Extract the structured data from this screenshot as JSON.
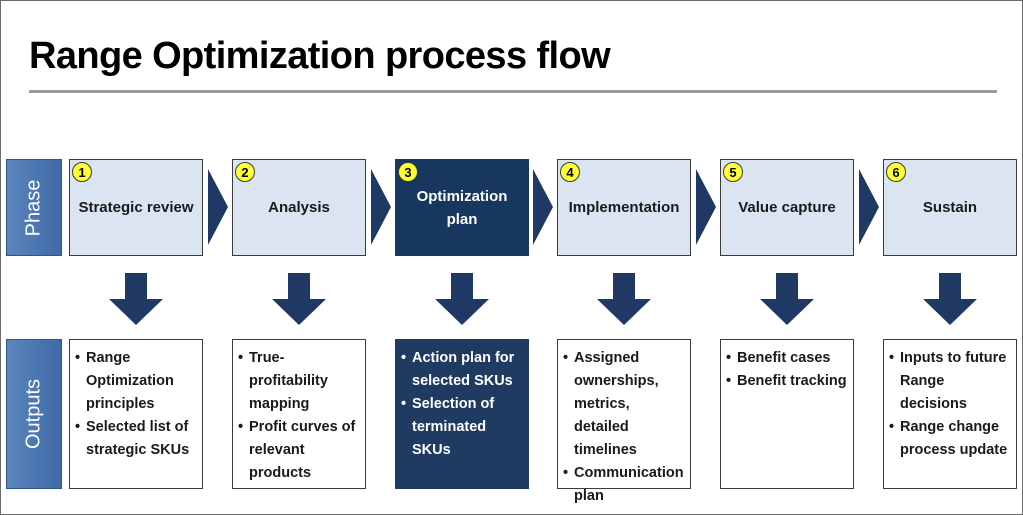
{
  "title": "Range Optimization process flow",
  "row_labels": {
    "phase": "Phase",
    "outputs": "Outputs"
  },
  "phases": [
    {
      "number": "1",
      "label": "Strategic review"
    },
    {
      "number": "2",
      "label": "Analysis"
    },
    {
      "number": "3",
      "label": "Optimization plan"
    },
    {
      "number": "4",
      "label": "Implementation"
    },
    {
      "number": "5",
      "label": "Value capture"
    },
    {
      "number": "6",
      "label": "Sustain"
    }
  ],
  "outputs": [
    [
      "Range Optimization principles",
      "Selected list of strategic SKUs"
    ],
    [
      "True-profitability mapping",
      "Profit curves of relevant products"
    ],
    [
      "Action plan for selected SKUs",
      "Selection of terminated SKUs"
    ],
    [
      "Assigned ownerships, metrics, detailed timelines",
      "Communication plan"
    ],
    [
      "Benefit cases",
      "Benefit tracking"
    ],
    [
      "Inputs to future Range decisions",
      "Range change process update"
    ]
  ],
  "highlighted_phase": "3",
  "colors": {
    "phase_fill": "#dbe4f1",
    "highlight_fill": "#17375e",
    "arrow": "#1f3864",
    "label_fill": "#4a77b4",
    "number_badge": "#ffff33"
  }
}
